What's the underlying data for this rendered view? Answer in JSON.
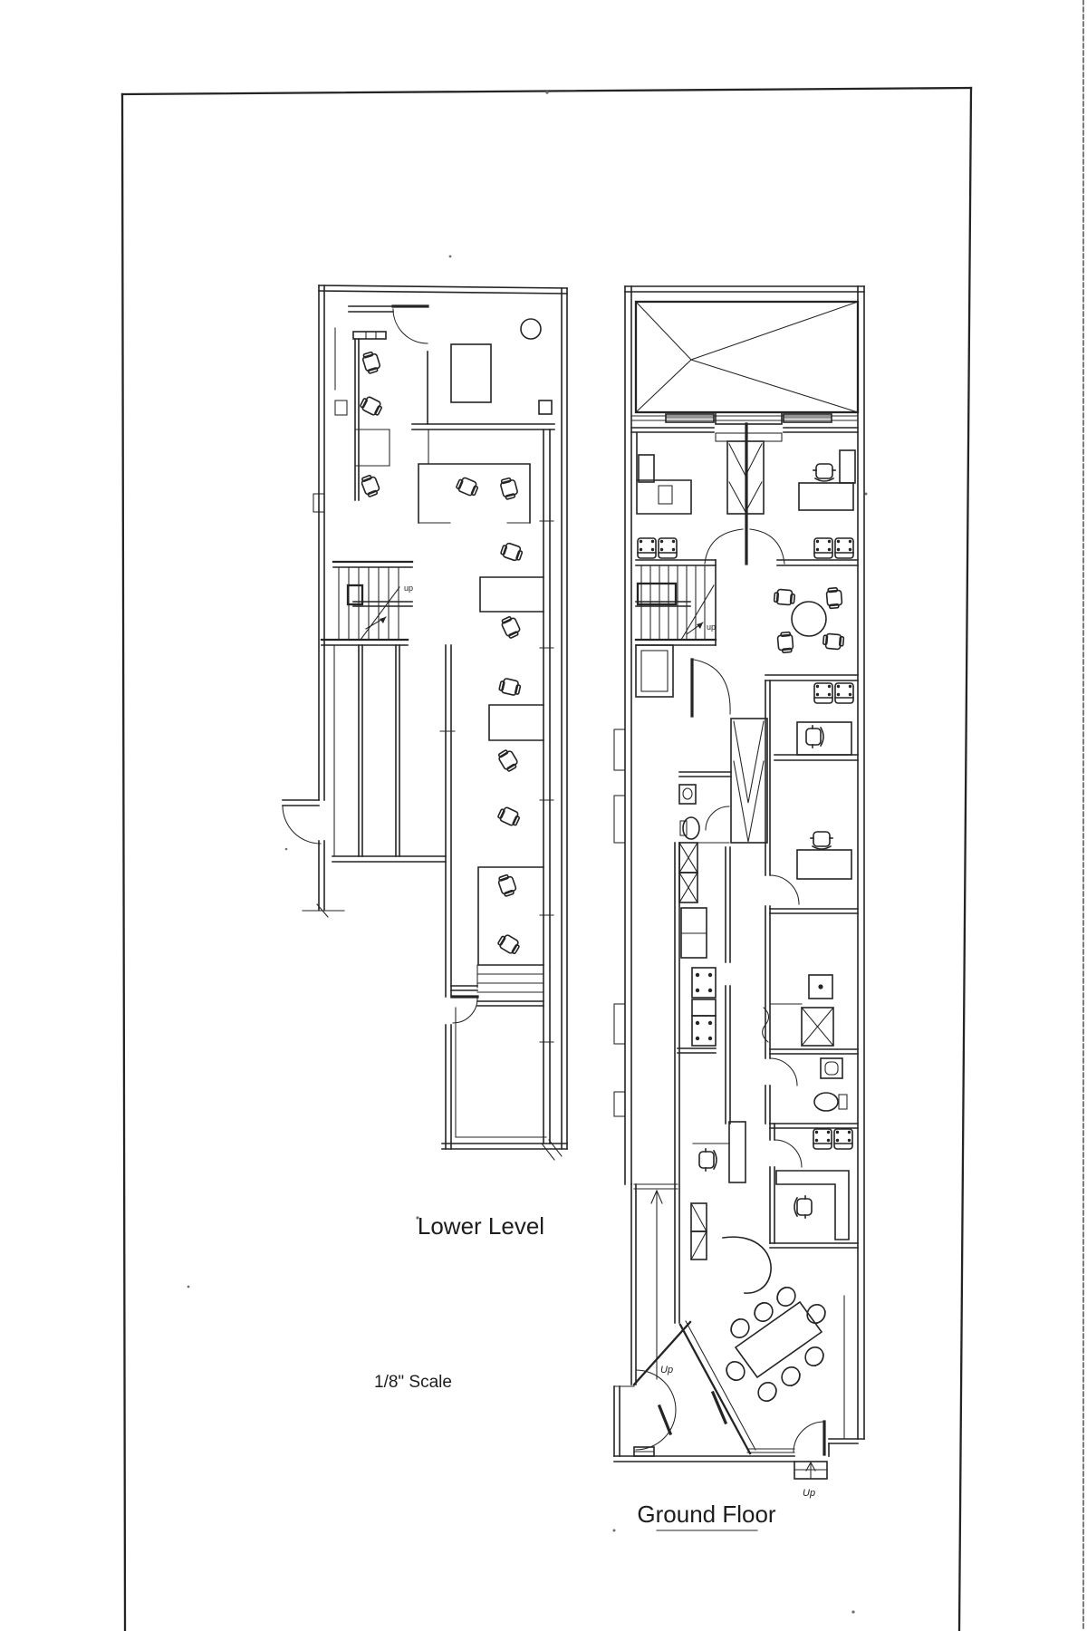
{
  "document": {
    "kind": "Scanned architectural floor plan sheet",
    "paper_color": "#ffffff",
    "ink_color": "#242424",
    "scan_edge_color": "#808080"
  },
  "labels": {
    "lower_level_title": "Lower Level",
    "scale_note": "1/8\" Scale",
    "ground_floor_title": "Ground Floor"
  },
  "annotations": {
    "stair_up_lower": "up",
    "stair_up_ground": "up",
    "ramp_up": "Up",
    "stoop_up": "Up"
  },
  "plans": [
    {
      "name": "Lower Level",
      "position": "left",
      "features": [
        "open-office-workstations",
        "task-chairs",
        "staircase-up",
        "storage-partitions",
        "side-entry-door",
        "waiting-chairs",
        "lower-wing-room",
        "round-stool",
        "desks"
      ]
    },
    {
      "name": "Ground Floor",
      "position": "right",
      "features": [
        "skylight-roof-plan",
        "storefront-windows",
        "double-entry-door",
        "center-wardrobe",
        "desks",
        "guest-armchairs",
        "staircase-up",
        "elevator",
        "round-meeting-table",
        "duct-shaft",
        "bathroom",
        "kitchen-appliances",
        "laundry-closet",
        "second-bathroom",
        "private-offices",
        "shelving",
        "curved-partition",
        "conference-table-8-chairs",
        "ramp-up-arrow",
        "angled-glass-vestibule",
        "rear-stoop-up"
      ]
    }
  ]
}
